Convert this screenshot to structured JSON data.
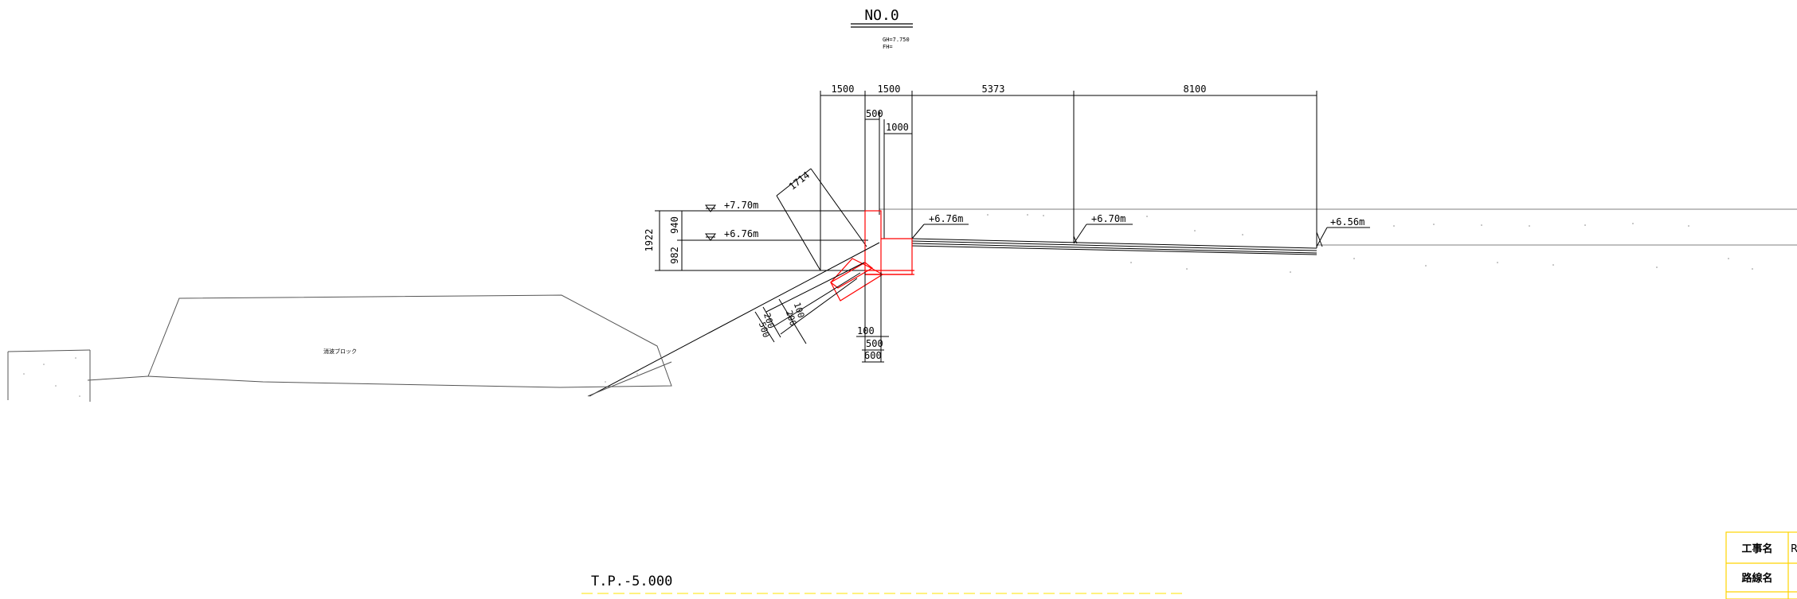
{
  "title": "NO.0",
  "gh_note": "GH=7.750",
  "fh_note": "FH=",
  "top_dimensions": [
    "1500",
    "1500",
    "5373",
    "8100"
  ],
  "dim_500_top": "500",
  "dim_1000": "1000",
  "dim_1714": "1714",
  "water_levels": [
    "+7.70m",
    "+6.76m"
  ],
  "left_dimensions": [
    "1922",
    "940",
    "982"
  ],
  "elevations": [
    "+6.76m",
    "+6.70m",
    "+6.56m"
  ],
  "slope_dimensions": [
    "200",
    "500",
    "100",
    "200"
  ],
  "bottom_dimensions": [
    "100",
    "500",
    "600"
  ],
  "block_label": "消波ブロック",
  "datum_label": "T.P.-5.000",
  "title_block": {
    "row1_label": "工事名",
    "row1_value": "R",
    "row2_label": "路線名"
  },
  "colors": {
    "line": "#000000",
    "structure": "#ff0000",
    "datum": "#ffee55",
    "table_border": "#ffd400"
  }
}
